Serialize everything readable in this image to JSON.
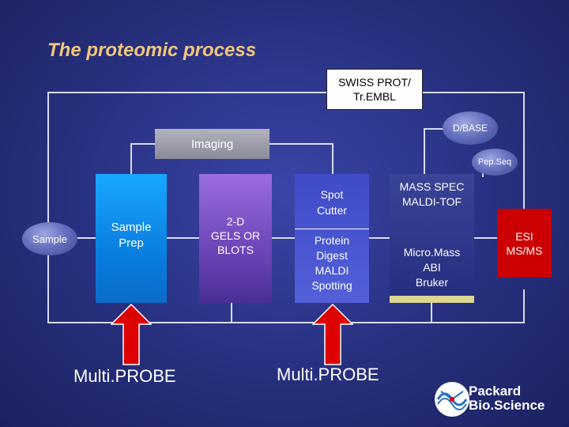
{
  "title": "The proteomic process",
  "swiss_prot": [
    "SWISS PROT/",
    "Tr.EMBL"
  ],
  "dbase": "D/BASE",
  "imaging": "Imaging",
  "pepseq": "Pep.Seq",
  "sample": "Sample",
  "sample_prep": [
    "Sample",
    "Prep"
  ],
  "gels": [
    "2-D",
    "GELS OR",
    "BLOTS"
  ],
  "spot_cutter": [
    "Spot",
    "Cutter"
  ],
  "protein_digest": [
    "Protein",
    "Digest",
    "MALDI",
    "Spotting"
  ],
  "mass_spec": [
    "MASS SPEC",
    "MALDI-TOF"
  ],
  "micromass": [
    "Micro.Mass",
    "ABI",
    "Bruker"
  ],
  "esi": [
    "ESI",
    "MS/MS"
  ],
  "multiprobe_1": "Multi.PROBE",
  "multiprobe_2": "Multi.PROBE",
  "company": [
    "Packard",
    "Bio.Science"
  ],
  "colors": {
    "background": "#27307e",
    "title": "#f3c77a",
    "esi_box": "#cc0000",
    "arrow": "#dd0000"
  }
}
